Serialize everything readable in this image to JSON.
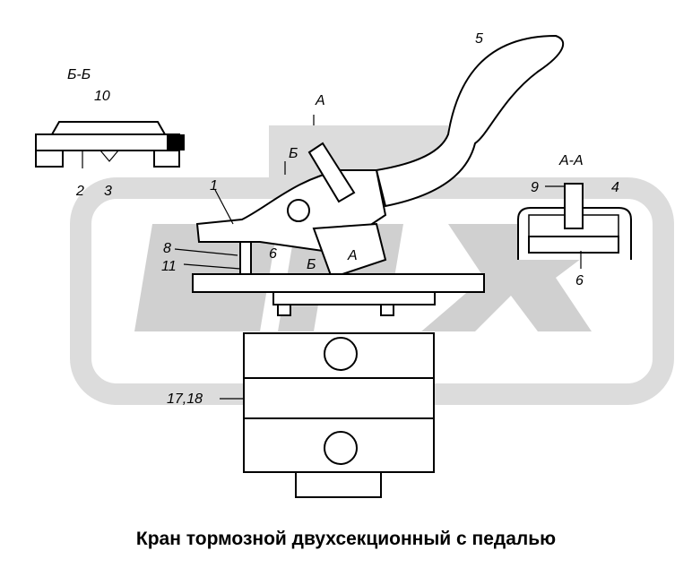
{
  "caption": "Кран тормозной двухсекционный с педалью",
  "watermark": "OPEX",
  "labels": {
    "section_bb": "Б-Б",
    "section_aa": "А-А",
    "cut_a_top": "А",
    "cut_b_top": "Б",
    "cut_b_bottom": "Б",
    "cut_a_bottom": "А",
    "n1": "1",
    "n2": "2",
    "n3": "3",
    "n4": "4",
    "n5": "5",
    "n6_left": "6",
    "n6": "6",
    "n8": "8",
    "n9": "9",
    "n10": "10",
    "n11": "11",
    "n17_18": "17,18"
  },
  "colors": {
    "watermark": "#d9d9d9",
    "line": "#000000"
  }
}
